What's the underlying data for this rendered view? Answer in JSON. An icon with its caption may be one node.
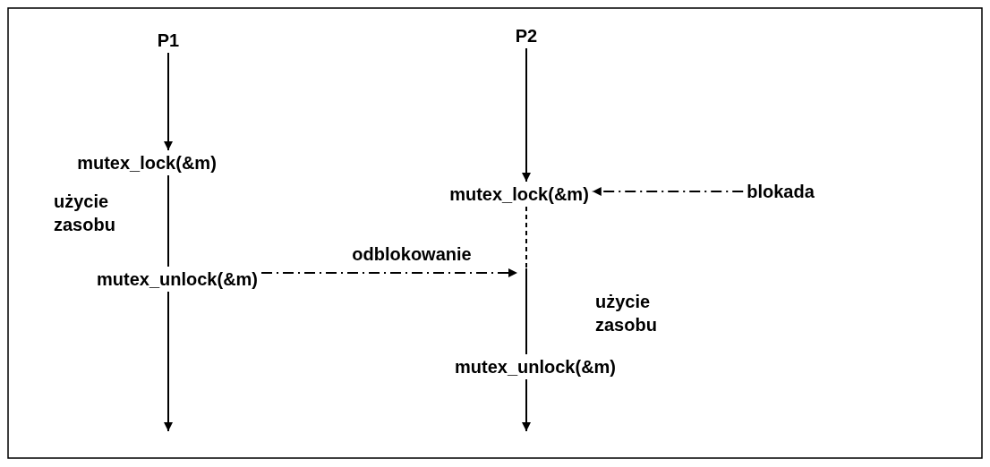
{
  "diagram": {
    "nodes": [
      {
        "text": [
          "P1"
        ]
      },
      {
        "text": [
          "mutex_lock(&m)"
        ]
      },
      {
        "text": [
          "mutex_unlock(&m)"
        ]
      },
      {
        "text": [
          "P2"
        ]
      },
      {
        "text": [
          "mutex_lock(&m)"
        ]
      },
      {
        "text": [
          "mutex_unlock(&m)"
        ]
      },
      {
        "text": [
          "blokada"
        ]
      }
    ],
    "edges": [
      {
        "from": 0,
        "to": 1,
        "arrow": "to"
      },
      {
        "from": 1,
        "to": 2,
        "arrow": "none"
      },
      {
        "from": 2,
        "to": null,
        "arrow": "to"
      },
      {
        "from": 3,
        "to": 4,
        "arrow": "to"
      },
      {
        "from": 4,
        "to": null,
        "arrow": "none",
        "style": "dashed"
      },
      {
        "from": null,
        "to": 5,
        "arrow": "none"
      },
      {
        "from": 5,
        "to": null,
        "arrow": "to"
      },
      {
        "from": 6,
        "to": 4,
        "arrow": "to",
        "style": "dashed"
      },
      {
        "from": 2,
        "to": null,
        "arrow": "to",
        "style": "dashed",
        "label": "odblokowanie"
      }
    ],
    "labels": [
      "użycie zasobu",
      "użycie zasobu"
    ]
  }
}
